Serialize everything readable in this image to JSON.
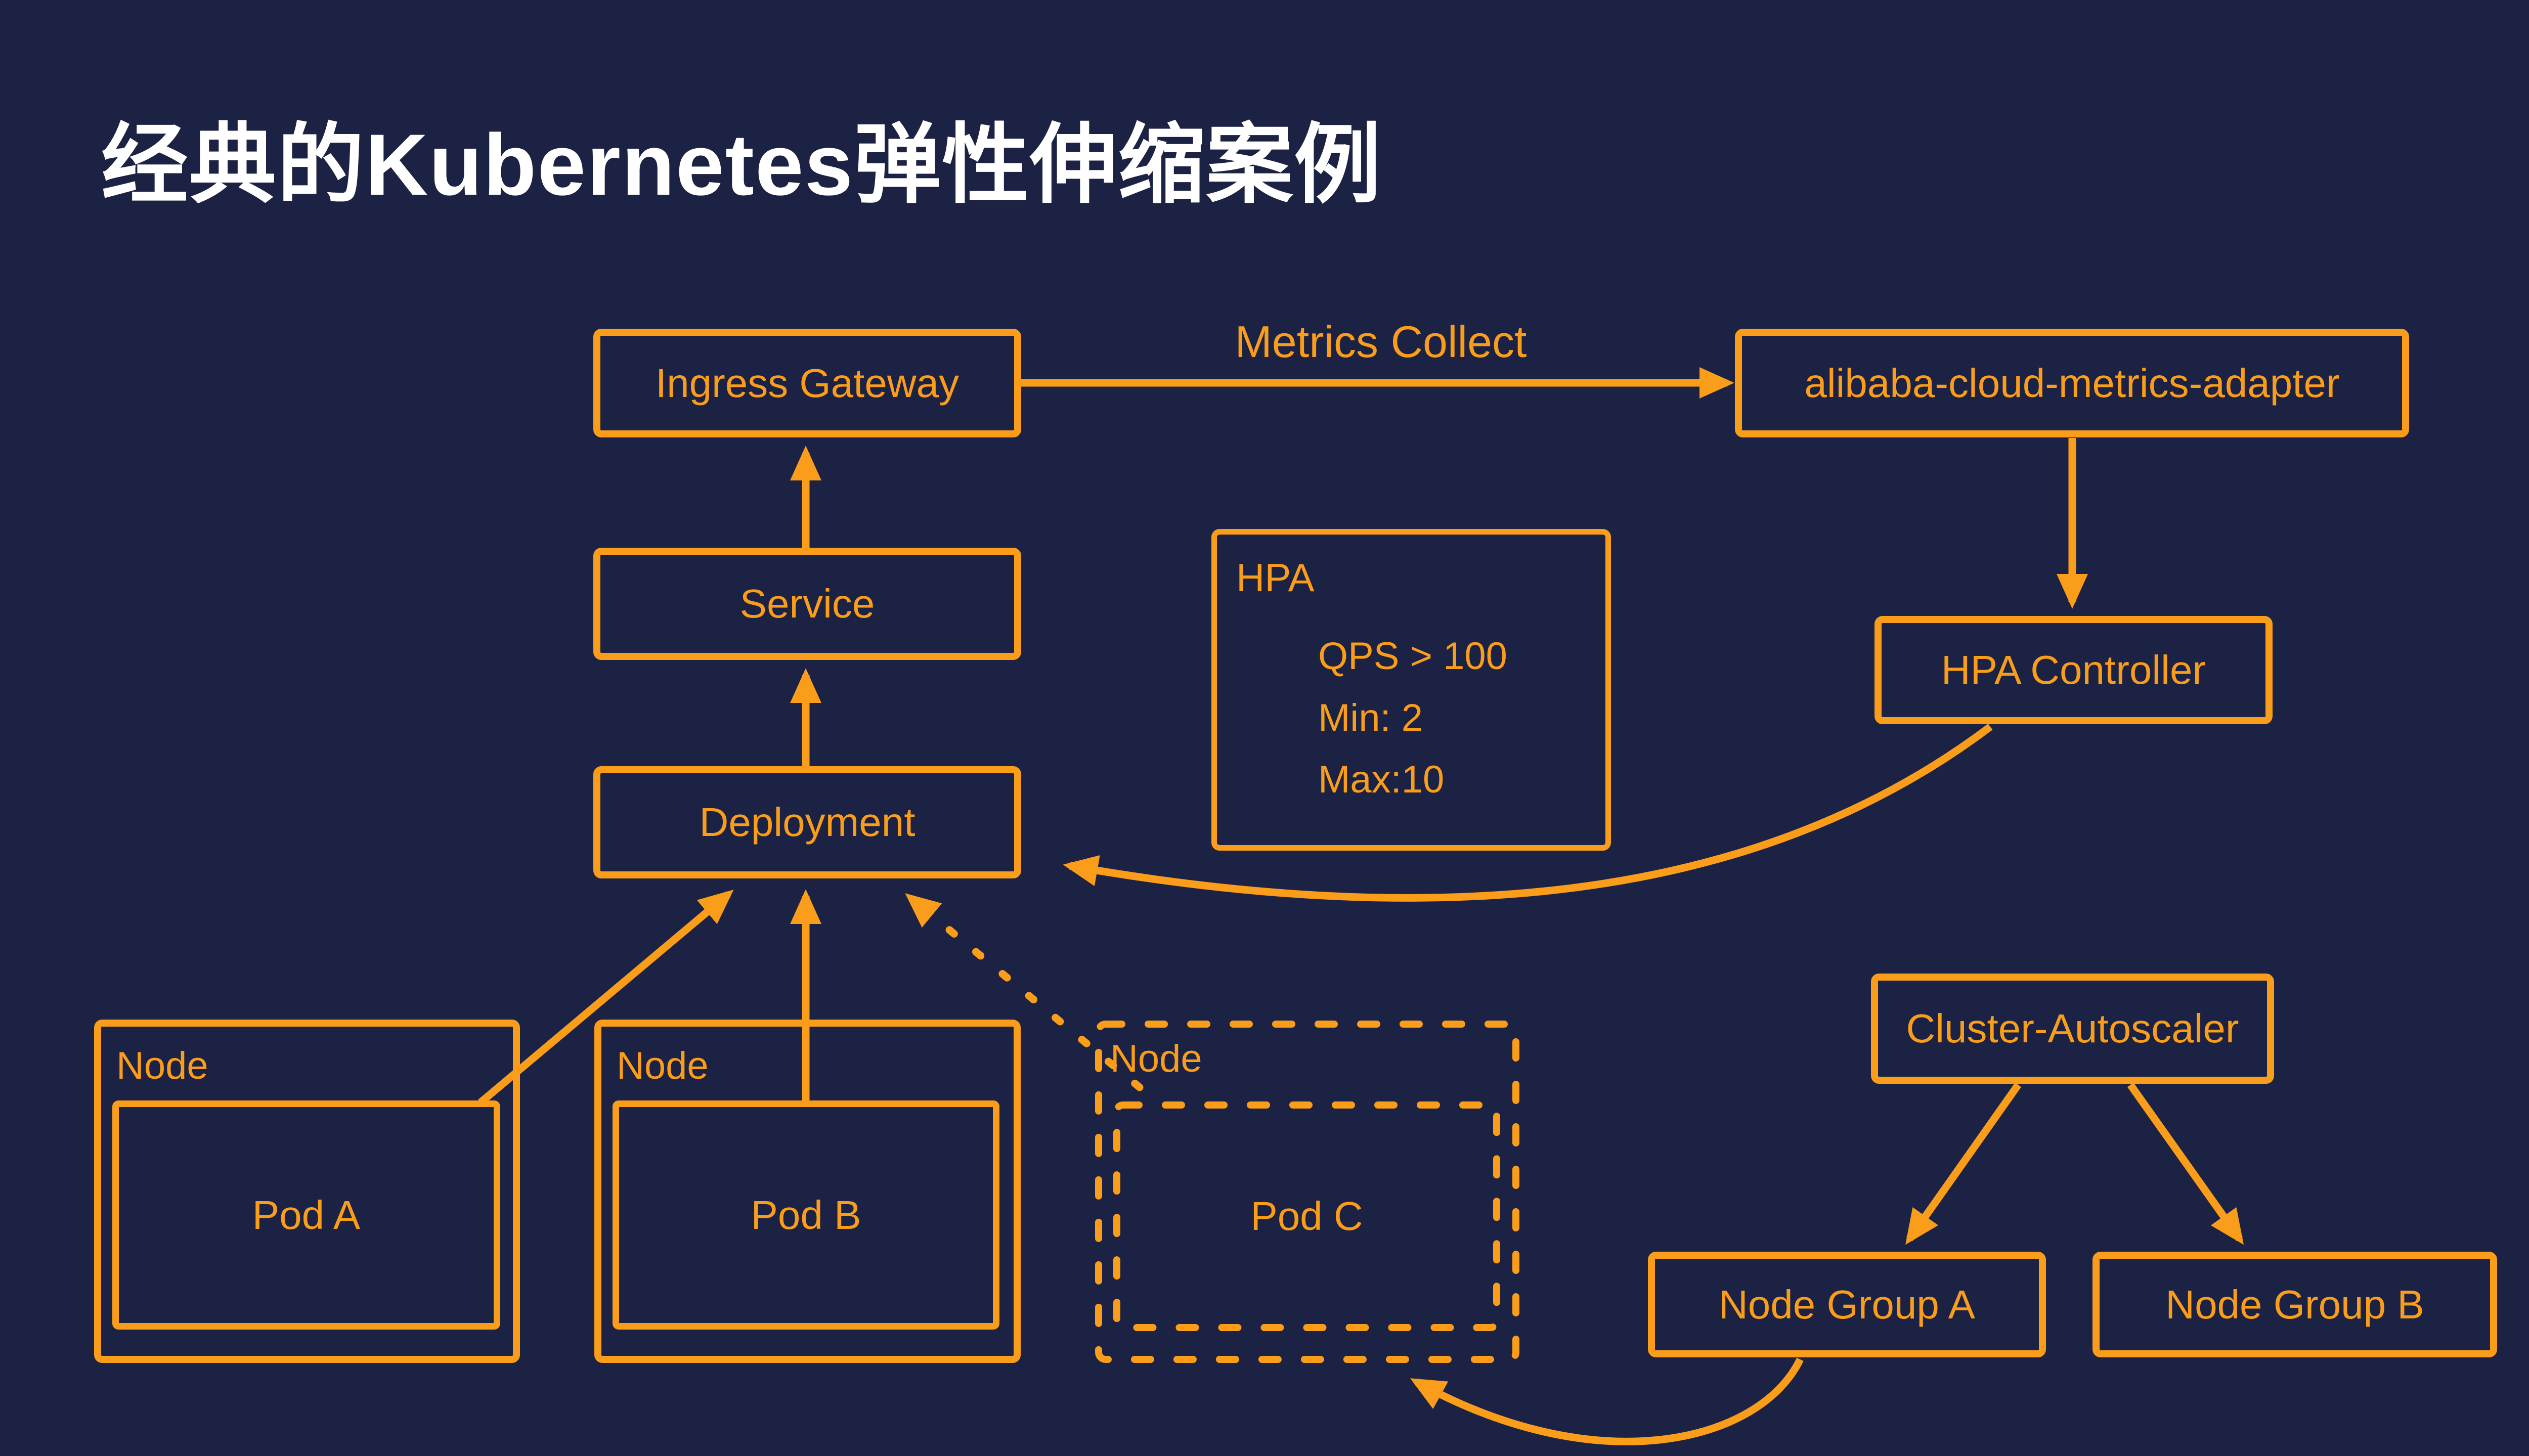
{
  "title": "经典的Kubernetes弹性伸缩案例",
  "colors": {
    "background": "#1c2243",
    "accent": "#f99d1b",
    "title_text": "#ffffff"
  },
  "diagram": {
    "edge_labels": {
      "metrics_collect": "Metrics Collect"
    },
    "ingress_gateway": {
      "label": "Ingress Gateway"
    },
    "metrics_adapter": {
      "label": "alibaba-cloud-metrics-adapter"
    },
    "service": {
      "label": "Service"
    },
    "deployment": {
      "label": "Deployment"
    },
    "hpa": {
      "label": "HPA",
      "rules": [
        "QPS > 100",
        "Min: 2",
        "Max:10"
      ]
    },
    "hpa_controller": {
      "label": "HPA Controller"
    },
    "cluster_autoscaler": {
      "label": "Cluster-Autoscaler"
    },
    "node_group_a": {
      "label": "Node Group A"
    },
    "node_group_b": {
      "label": "Node Group B"
    },
    "nodes": [
      {
        "label": "Node",
        "pod": "Pod A",
        "style": "solid"
      },
      {
        "label": "Node",
        "pod": "Pod B",
        "style": "solid"
      },
      {
        "label": "Node",
        "pod": "Pod C",
        "style": "dashed"
      }
    ]
  }
}
